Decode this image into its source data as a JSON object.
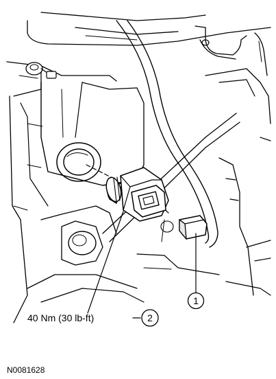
{
  "callouts": [
    {
      "id": "1",
      "label": "1"
    },
    {
      "id": "2",
      "label": "2",
      "spec": "40 Nm (30 lb-ft)"
    }
  ],
  "figure_code": "N0081628"
}
